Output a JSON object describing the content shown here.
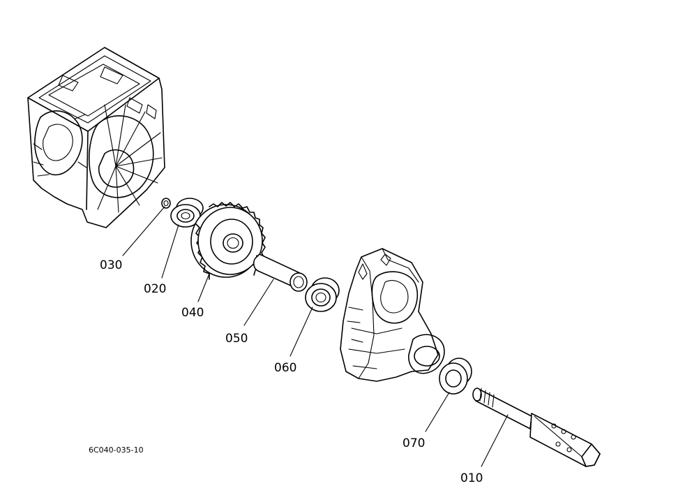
{
  "diagram": {
    "drawing_code": "6C040-035-10",
    "parts": [
      {
        "id": "030",
        "label": "030"
      },
      {
        "id": "020",
        "label": "020"
      },
      {
        "id": "040",
        "label": "040"
      },
      {
        "id": "050",
        "label": "050"
      },
      {
        "id": "060",
        "label": "060"
      },
      {
        "id": "070",
        "label": "070"
      },
      {
        "id": "010",
        "label": "010"
      }
    ]
  }
}
